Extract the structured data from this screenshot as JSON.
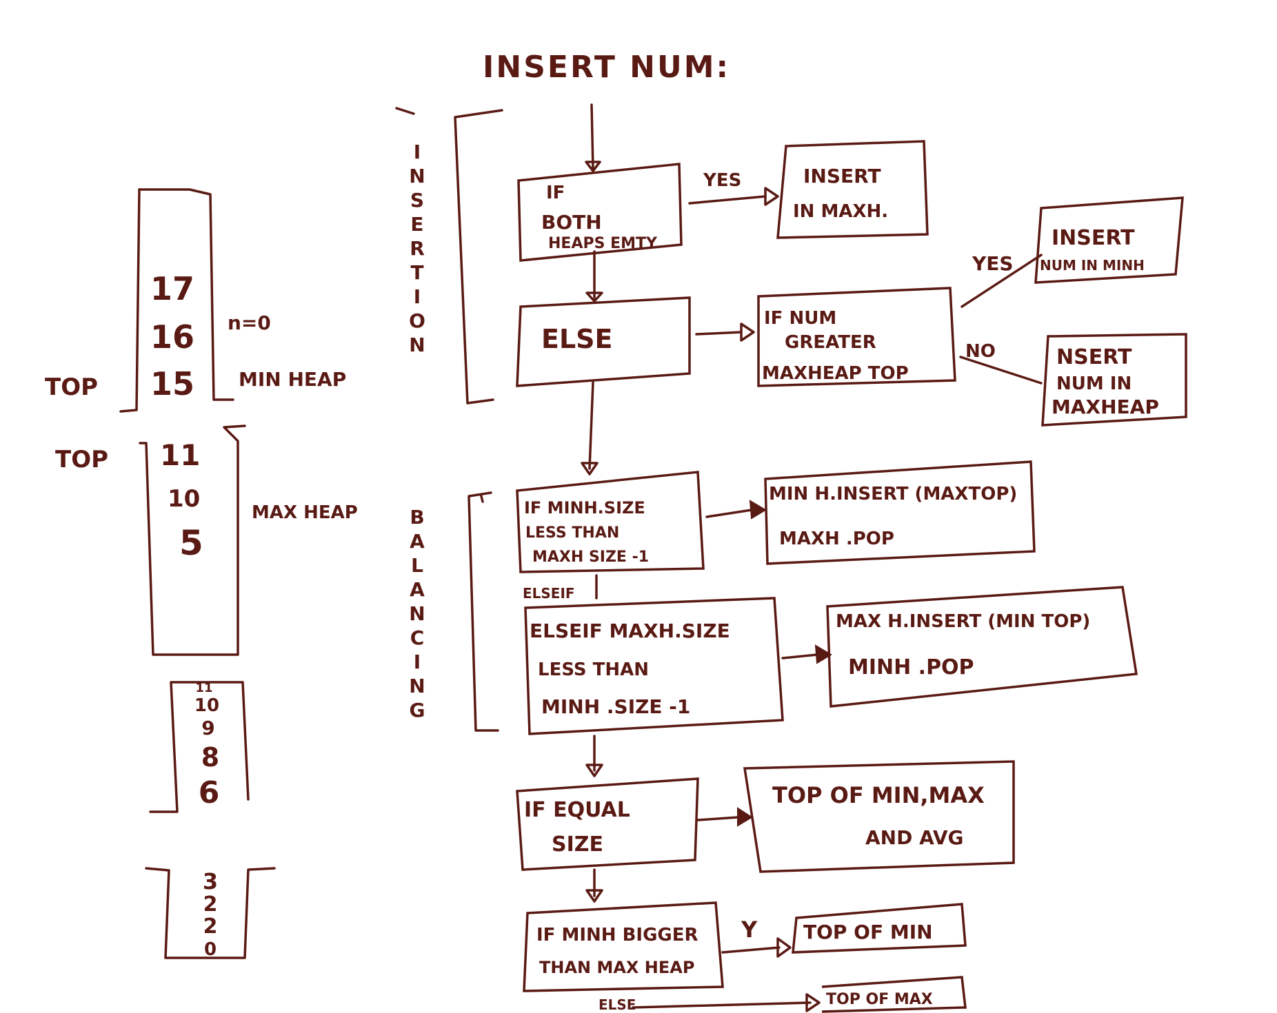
{
  "colors": {
    "ink": "#5a1a14",
    "board": "#ffffff"
  },
  "title": "INSERT NUM:",
  "section_labels": {
    "insertion": "INSERTION",
    "balancing": "BALANCING"
  },
  "heap_sketch": {
    "min_heap_values": [
      "17",
      "16",
      "15"
    ],
    "min_heap_note": "n=0",
    "min_heap_label": "MIN HEAP",
    "min_heap_top": "TOP",
    "max_heap_values": [
      "11",
      "10",
      "5"
    ],
    "max_heap_label": "MAX HEAP",
    "max_heap_top": "TOP",
    "stack_a": [
      "11",
      "10",
      "9",
      "8",
      "6"
    ],
    "stack_b": [
      "3",
      "2",
      "2",
      "0"
    ]
  },
  "flow": {
    "if_both_empty": [
      "IF",
      "BOTH",
      "HEAPS EMTY"
    ],
    "yes_1": "YES",
    "insert_maxh": [
      "INSERT",
      "IN MAXH."
    ],
    "else_box": "ELSE",
    "if_num_greater": [
      "IF NUM",
      "GREATER",
      "MAXHEAP TOP"
    ],
    "yes_2": "YES",
    "no_2": "NO",
    "insert_minh": [
      "INSERT",
      "NUM IN MINH"
    ],
    "insert_maxheap": [
      "NSERT",
      "NUM IN",
      "MAXHEAP"
    ],
    "if_minh_size": [
      "IF MINH.SIZE",
      "LESS THAN",
      "MAXH SIZE -1"
    ],
    "minh_insert_action": [
      "MIN H.INSERT (MAXTOP)",
      "MAXH .POP"
    ],
    "elseif_tag": "ELSEIF",
    "elseif_maxh_size": [
      "ELSEIF MAXH.SIZE",
      "LESS THAN",
      "MINH .SIZE -1"
    ],
    "maxh_insert_action": [
      "MAX H.INSERT (MIN TOP)",
      "MINH .POP"
    ],
    "if_equal_size": [
      "IF EQUAL",
      "SIZE"
    ],
    "top_min_max_avg": [
      "TOP OF MIN,MAX",
      "AND AVG"
    ],
    "if_minh_bigger": [
      "IF MINH BIGGER",
      "THAN MAX HEAP"
    ],
    "y_label": "Y",
    "top_of_min": "TOP OF MIN",
    "else_label": "ELSE",
    "top_of_max": "TOP OF MAX"
  }
}
